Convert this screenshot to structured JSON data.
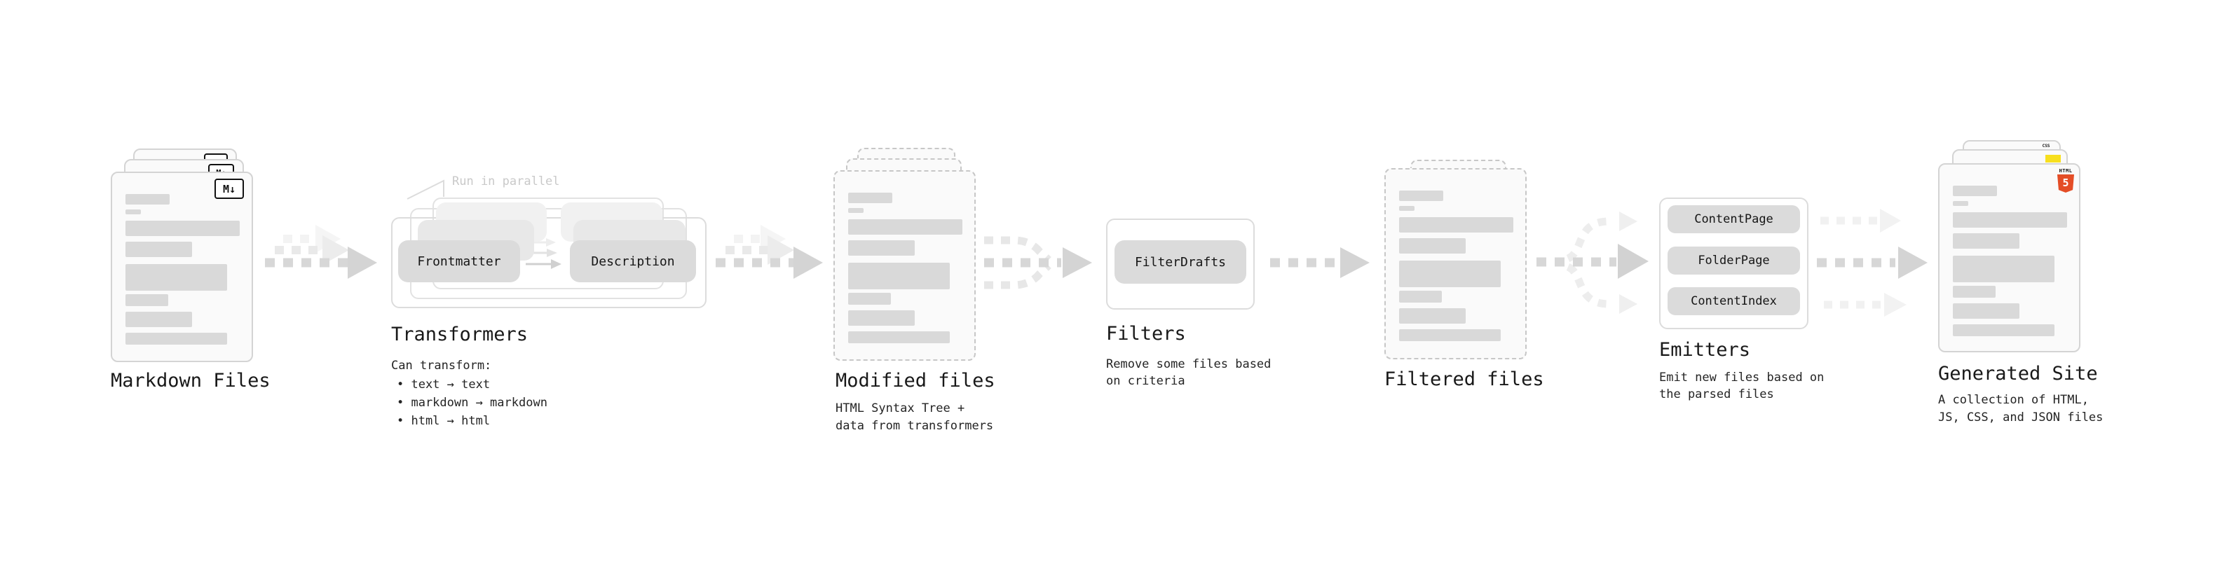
{
  "stages": {
    "markdown": {
      "label": "Markdown Files",
      "badge": "M↓"
    },
    "transformers": {
      "title": "Transformers",
      "note": "Run in parallel",
      "node_frontmatter": "Frontmatter",
      "node_description": "Description",
      "desc_heading": "Can transform:",
      "bullet_1": "• text → text",
      "bullet_2": "• markdown → markdown",
      "bullet_3": "• html → html"
    },
    "modified": {
      "label": "Modified files",
      "desc_1": "HTML Syntax Tree +",
      "desc_2": "data from transformers"
    },
    "filters": {
      "title": "Filters",
      "node_filterdrafts": "FilterDrafts",
      "desc_1": "Remove some files based",
      "desc_2": "on criteria"
    },
    "filtered": {
      "label": "Filtered files"
    },
    "emitters": {
      "title": "Emitters",
      "node_contentpage": "ContentPage",
      "node_folderpage": "FolderPage",
      "node_contentindex": "ContentIndex",
      "desc_1": "Emit new files based on",
      "desc_2": "the parsed files"
    },
    "generated": {
      "label": "Generated Site",
      "desc_1": "A collection of HTML,",
      "desc_2": "JS, CSS, and JSON files",
      "badge_html_text": "HTML",
      "badge_html_number": "5",
      "badge_css": "CSS"
    }
  },
  "colors": {
    "html5_orange": "#e44d26",
    "js_yellow": "#f7df1e",
    "css_blue": "#2962ff",
    "arrow_gray": "#d7d7d7"
  }
}
